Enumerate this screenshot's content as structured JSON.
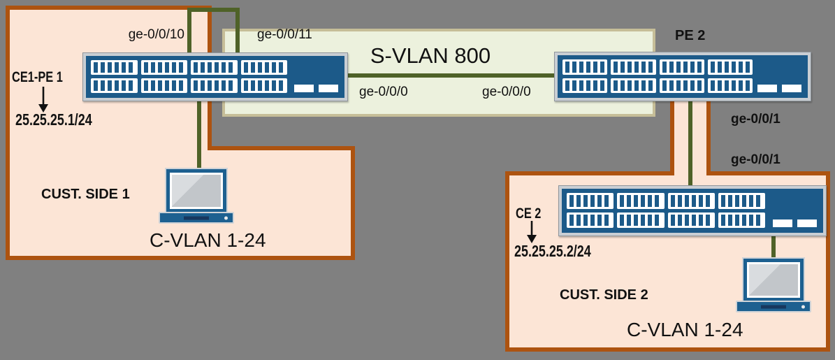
{
  "diagram": {
    "cust1": {
      "title": "CUST. SIDE 1",
      "vlan_label": "C-VLAN 1-24",
      "device_name": "CE1-PE 1",
      "device_ip": "25.25.25.1/24"
    },
    "svlan": {
      "title": "S-VLAN 800",
      "loop_port_left": "ge-0/0/10",
      "loop_port_right": "ge-0/0/11",
      "trunk_port_left": "ge-0/0/0",
      "trunk_port_right": "ge-0/0/0"
    },
    "pe2": {
      "title": "PE 2",
      "downlink_port": "ge-0/0/1"
    },
    "cust2": {
      "title": "CUST. SIDE 2",
      "vlan_label": "C-VLAN 1-24",
      "device_name": "CE 2",
      "device_ip": "25.25.25.2/24",
      "uplink_port": "ge-0/0/1"
    }
  },
  "colors": {
    "background": "#808080",
    "customer_zone_fill": "#fce5d6",
    "customer_zone_border": "#ad5310",
    "svlan_zone_fill": "#ecf1dd",
    "svlan_zone_border": "#c6be98",
    "cable_green": "#4f6228",
    "switch_body_blue": "#1c5a89",
    "switch_casing_gray": "#c9ced3",
    "laptop_blue": "#1d6090",
    "text": "#111111"
  }
}
